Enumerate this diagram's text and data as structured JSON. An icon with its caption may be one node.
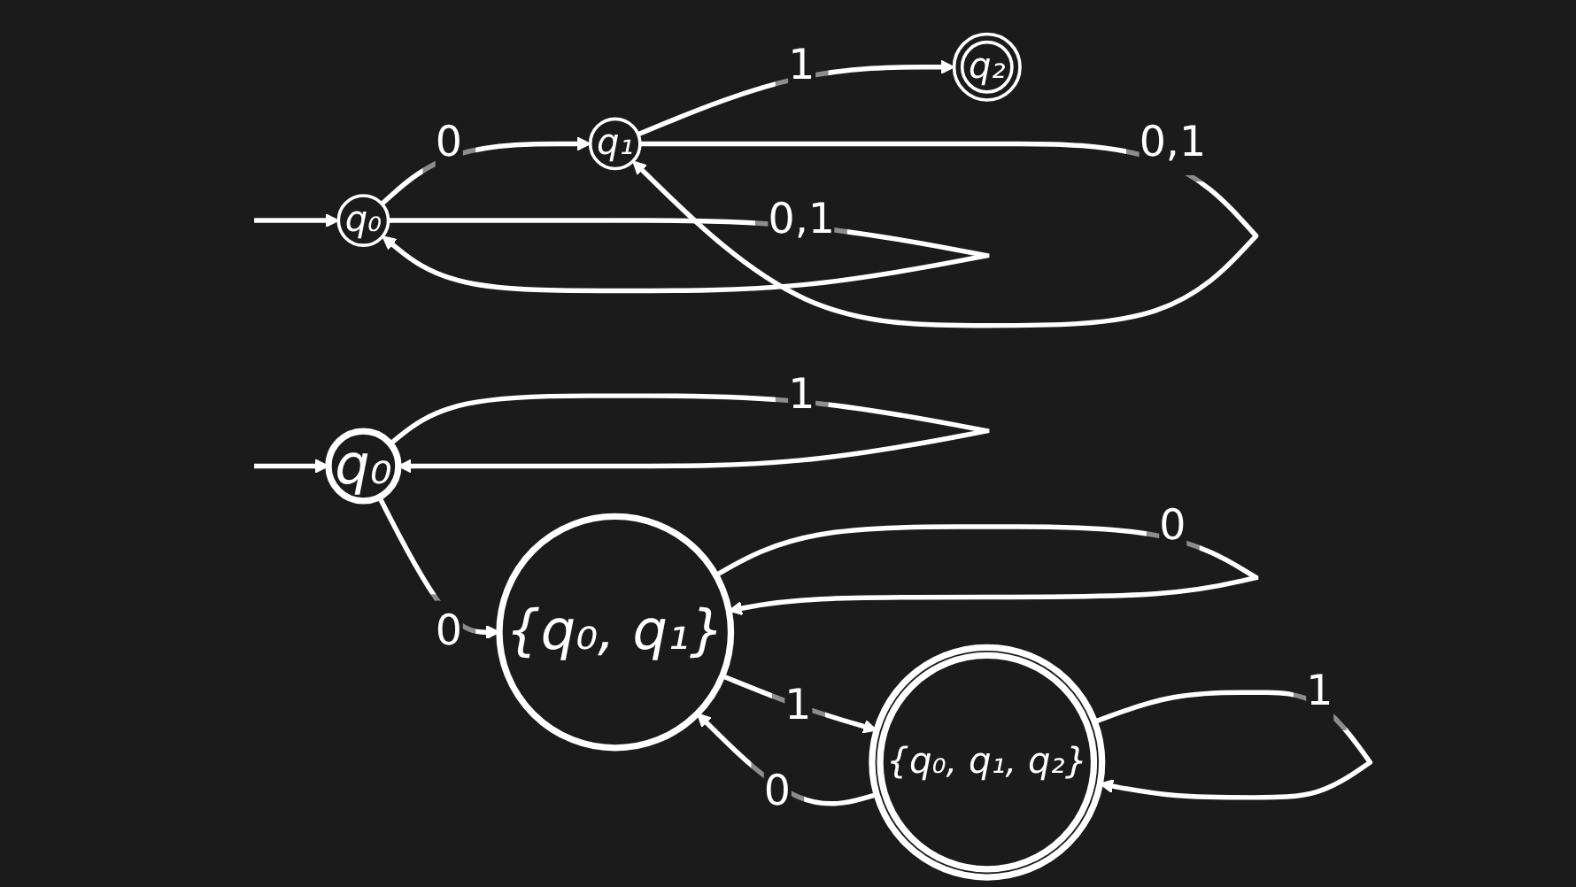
{
  "diagram": {
    "nodes": [
      {
        "text": [
          "q₀"
        ]
      },
      {
        "text": [
          "q₁"
        ]
      },
      {
        "text": [
          "q₂"
        ]
      },
      {
        "text": [
          "q₀"
        ]
      },
      {
        "text": [
          "{q₀, q₁}"
        ]
      },
      {
        "text": [
          "{q₀, q₁, q₂}"
        ]
      }
    ],
    "edges": [
      {
        "from": null,
        "to": 0,
        "arrow": "to"
      },
      {
        "from": 0,
        "to": 0,
        "label": "0,1",
        "arrow": "to"
      },
      {
        "from": 0,
        "to": 1,
        "label": "0",
        "arrow": "to"
      },
      {
        "from": 1,
        "to": 1,
        "label": "0,1",
        "arrow": "to"
      },
      {
        "from": 1,
        "to": 2,
        "label": "1",
        "arrow": "to"
      },
      {
        "from": null,
        "to": 3,
        "arrow": "to"
      },
      {
        "from": 3,
        "to": 3,
        "label": "1",
        "arrow": "to"
      },
      {
        "from": 3,
        "to": 4,
        "label": "0",
        "arrow": "to"
      },
      {
        "from": 4,
        "to": 4,
        "label": "0",
        "arrow": "to"
      },
      {
        "from": 4,
        "to": 5,
        "label": "1",
        "arrow": "to"
      },
      {
        "from": 5,
        "to": 5,
        "label": "1",
        "arrow": "to"
      },
      {
        "from": 5,
        "to": 4,
        "label": "0",
        "arrow": "to"
      }
    ]
  }
}
